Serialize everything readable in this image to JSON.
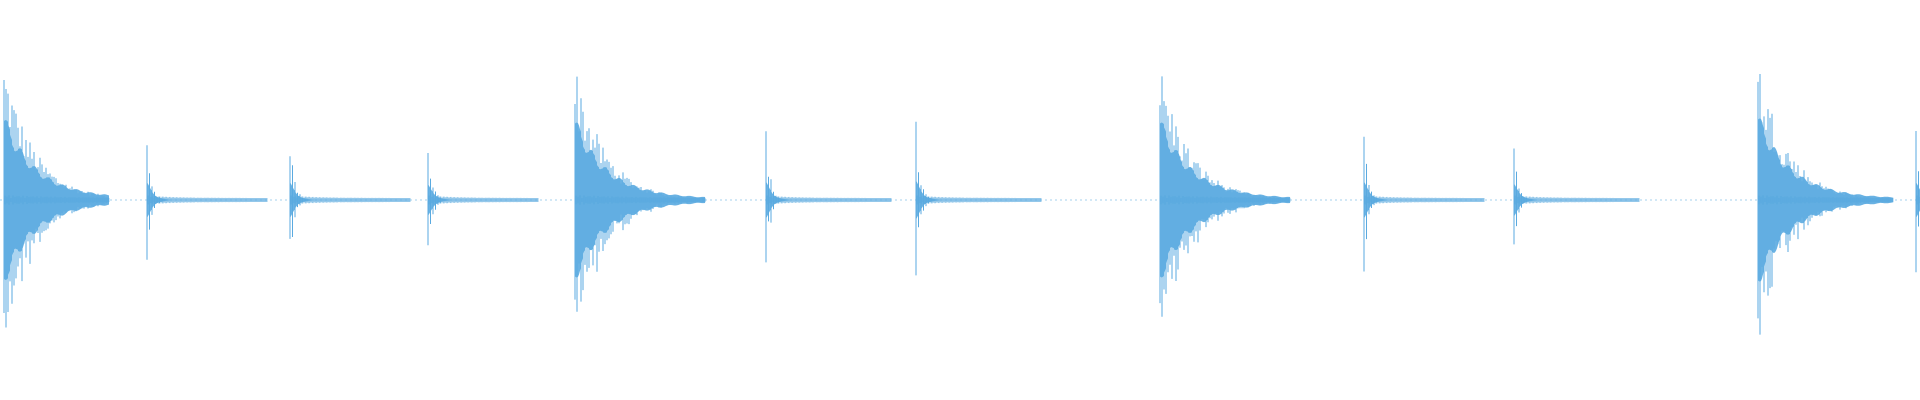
{
  "waveform": {
    "color": "#5aaae0",
    "background": "#ffffff",
    "duration_units": 1920,
    "amplitude_max": 1.0,
    "hits": [
      {
        "t": 4,
        "amp": 0.98,
        "decay": 105,
        "kind": "kick"
      },
      {
        "t": 147,
        "amp": 0.5,
        "decay": 120,
        "kind": "hat"
      },
      {
        "t": 290,
        "amp": 0.5,
        "decay": 120,
        "kind": "hat"
      },
      {
        "t": 428,
        "amp": 0.44,
        "decay": 110,
        "kind": "hat"
      },
      {
        "t": 575,
        "amp": 0.95,
        "decay": 130,
        "kind": "kick"
      },
      {
        "t": 766,
        "amp": 0.52,
        "decay": 125,
        "kind": "hat"
      },
      {
        "t": 916,
        "amp": 0.55,
        "decay": 125,
        "kind": "hat"
      },
      {
        "t": 1160,
        "amp": 0.95,
        "decay": 130,
        "kind": "kick"
      },
      {
        "t": 1364,
        "amp": 0.52,
        "decay": 120,
        "kind": "hat"
      },
      {
        "t": 1514,
        "amp": 0.46,
        "decay": 125,
        "kind": "hat"
      },
      {
        "t": 1758,
        "amp": 1.0,
        "decay": 135,
        "kind": "kick"
      },
      {
        "t": 1916,
        "amp": 0.5,
        "decay": 10,
        "kind": "hat"
      }
    ]
  }
}
